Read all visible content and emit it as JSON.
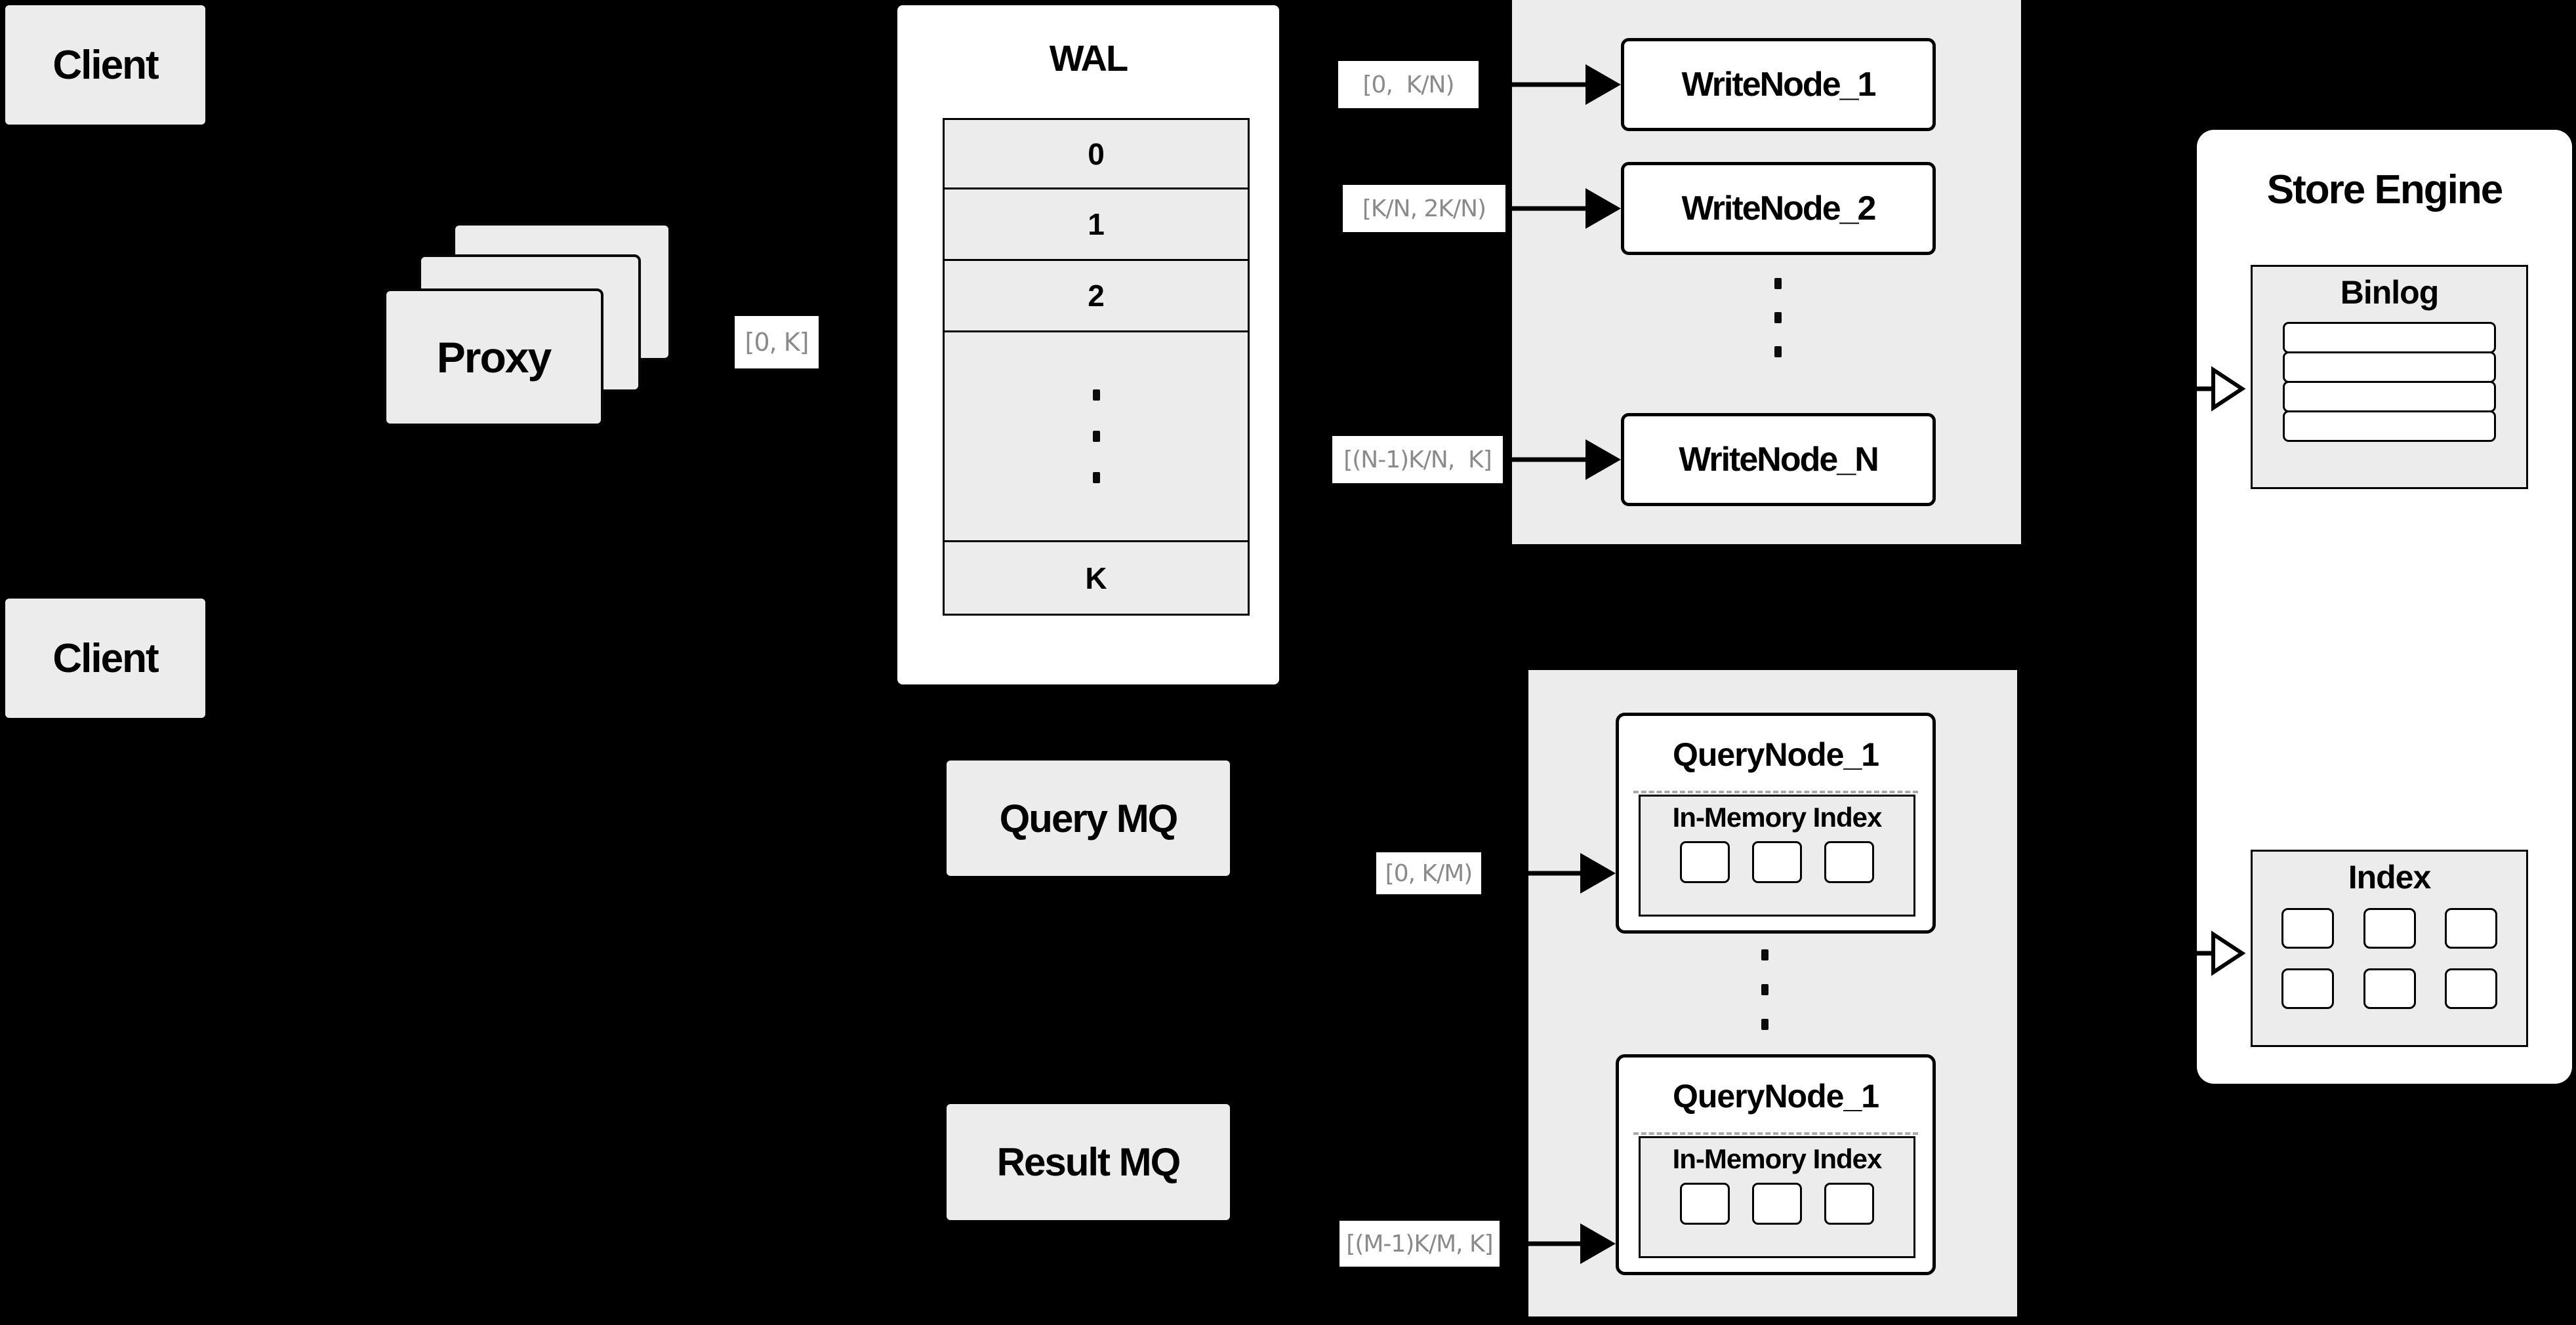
{
  "diagram_title": "distributed-vector-db-write-query-architecture",
  "colors": {
    "background": "#000000",
    "box_gray": "#ececec",
    "box_white": "#ffffff",
    "border_black": "#000000",
    "edge_label_text": "#8a8a8a",
    "dashed_separator": "#ababab"
  },
  "clients": {
    "top": "Client",
    "bottom": "Client"
  },
  "proxy": {
    "label": "Proxy"
  },
  "wal": {
    "title": "WAL",
    "rows": {
      "r0": "0",
      "r1": "1",
      "r2": "2",
      "last": "K"
    }
  },
  "edge_labels": {
    "proxy_to_wal": "[0, K]",
    "to_write_node_1": "[0,  K/N)",
    "to_write_node_2": "[K/N, 2K/N)",
    "to_write_node_n": "[(N-1)K/N,  K]",
    "to_query_node_1": "[0, K/M)",
    "to_query_node_m": "[(M-1)K/M, K]"
  },
  "write_nodes": {
    "node_1": "WriteNode_1",
    "node_2": "WriteNode_2",
    "node_n": "WriteNode_N"
  },
  "store_engine": {
    "title": "Store Engine",
    "binlog_title": "Binlog",
    "index_title": "Index"
  },
  "query_nodes": {
    "top_title": "QueryNode_1",
    "bottom_title": "QueryNode_1",
    "inmem_title_top": "In-Memory Index",
    "inmem_title_bottom": "In-Memory Index"
  },
  "mq": {
    "query": "Query MQ",
    "result": "Result MQ"
  }
}
